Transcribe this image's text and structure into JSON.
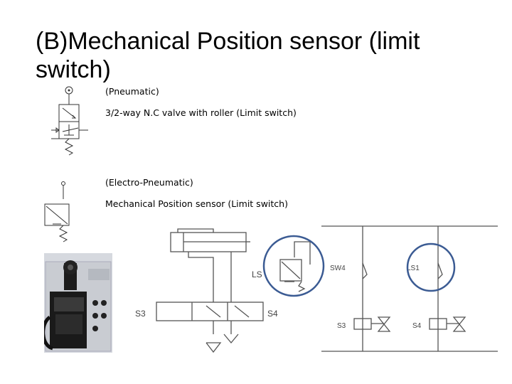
{
  "slide": {
    "title": "(B)Mechanical Position sensor (limit switch)"
  },
  "labels": {
    "pneumatic": "(Pneumatic)",
    "valve": "3/2-way N.C valve with roller (Limit switch)",
    "electro": "(Electro-Pneumatic)",
    "sensor": "Mechanical Position sensor (Limit switch)"
  },
  "schematic": {
    "ls": "LS",
    "s3_left": "S3",
    "s4_left": "S4",
    "sw4": "SW4",
    "ls1": "LS1",
    "s3_right": "S3",
    "s4_right": "S4"
  },
  "colors": {
    "highlight_circle": "#3b5b93"
  }
}
